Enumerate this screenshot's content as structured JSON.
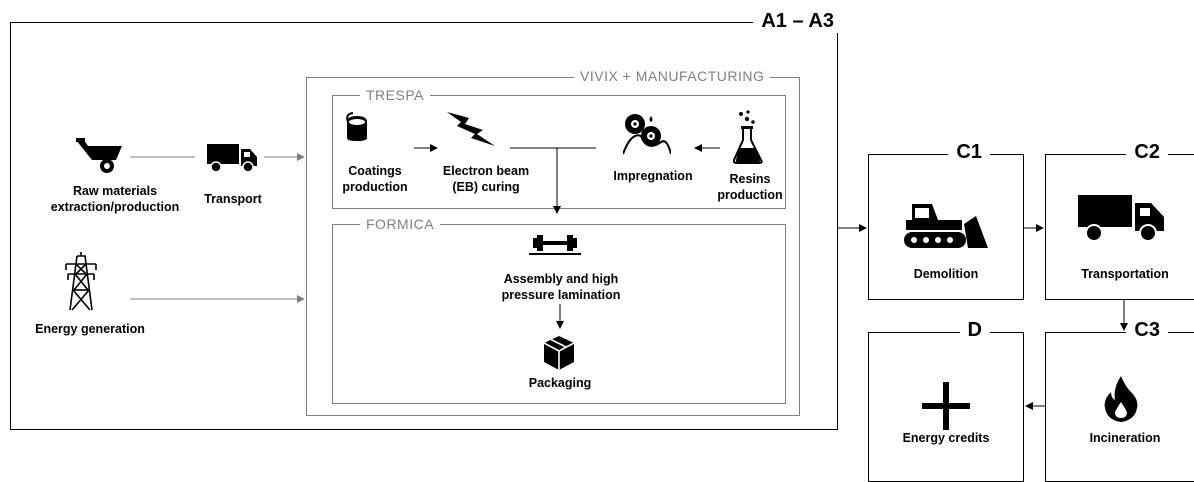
{
  "frames": {
    "main_title": "A1 – A3",
    "vivix_title": "VIVIX + MANUFACTURING",
    "trespa_title": "TRESPA",
    "formica_title": "FORMICA"
  },
  "nodes": {
    "raw_materials": "Raw materials\nextraction/production",
    "transport": "Transport",
    "energy_generation": "Energy generation",
    "coatings": "Coatings\nproduction",
    "eb_curing": "Electron beam\n(EB) curing",
    "impregnation": "Impregnation",
    "resins": "Resins\nproduction",
    "assembly": "Assembly and high\npressure lamination",
    "packaging": "Packaging"
  },
  "stages": {
    "c1": {
      "title": "C1",
      "label": "Demolition"
    },
    "c2": {
      "title": "C2",
      "label": "Transportation"
    },
    "c3": {
      "title": "C3",
      "label": "Incineration"
    },
    "d": {
      "title": "D",
      "label": "Energy credits"
    }
  },
  "icons": {
    "raw_materials": "wheelbarrow-icon",
    "transport": "truck-icon",
    "energy_generation": "power-pylon-icon",
    "coatings": "paint-can-icon",
    "eb_curing": "lightning-icon",
    "impregnation": "rollers-icon",
    "resins": "flask-icon",
    "assembly": "dumbbell-press-icon",
    "packaging": "box-icon",
    "demolition": "bulldozer-icon",
    "transportation": "truck-icon",
    "incineration": "flame-icon",
    "energy_credits": "plus-icon"
  }
}
